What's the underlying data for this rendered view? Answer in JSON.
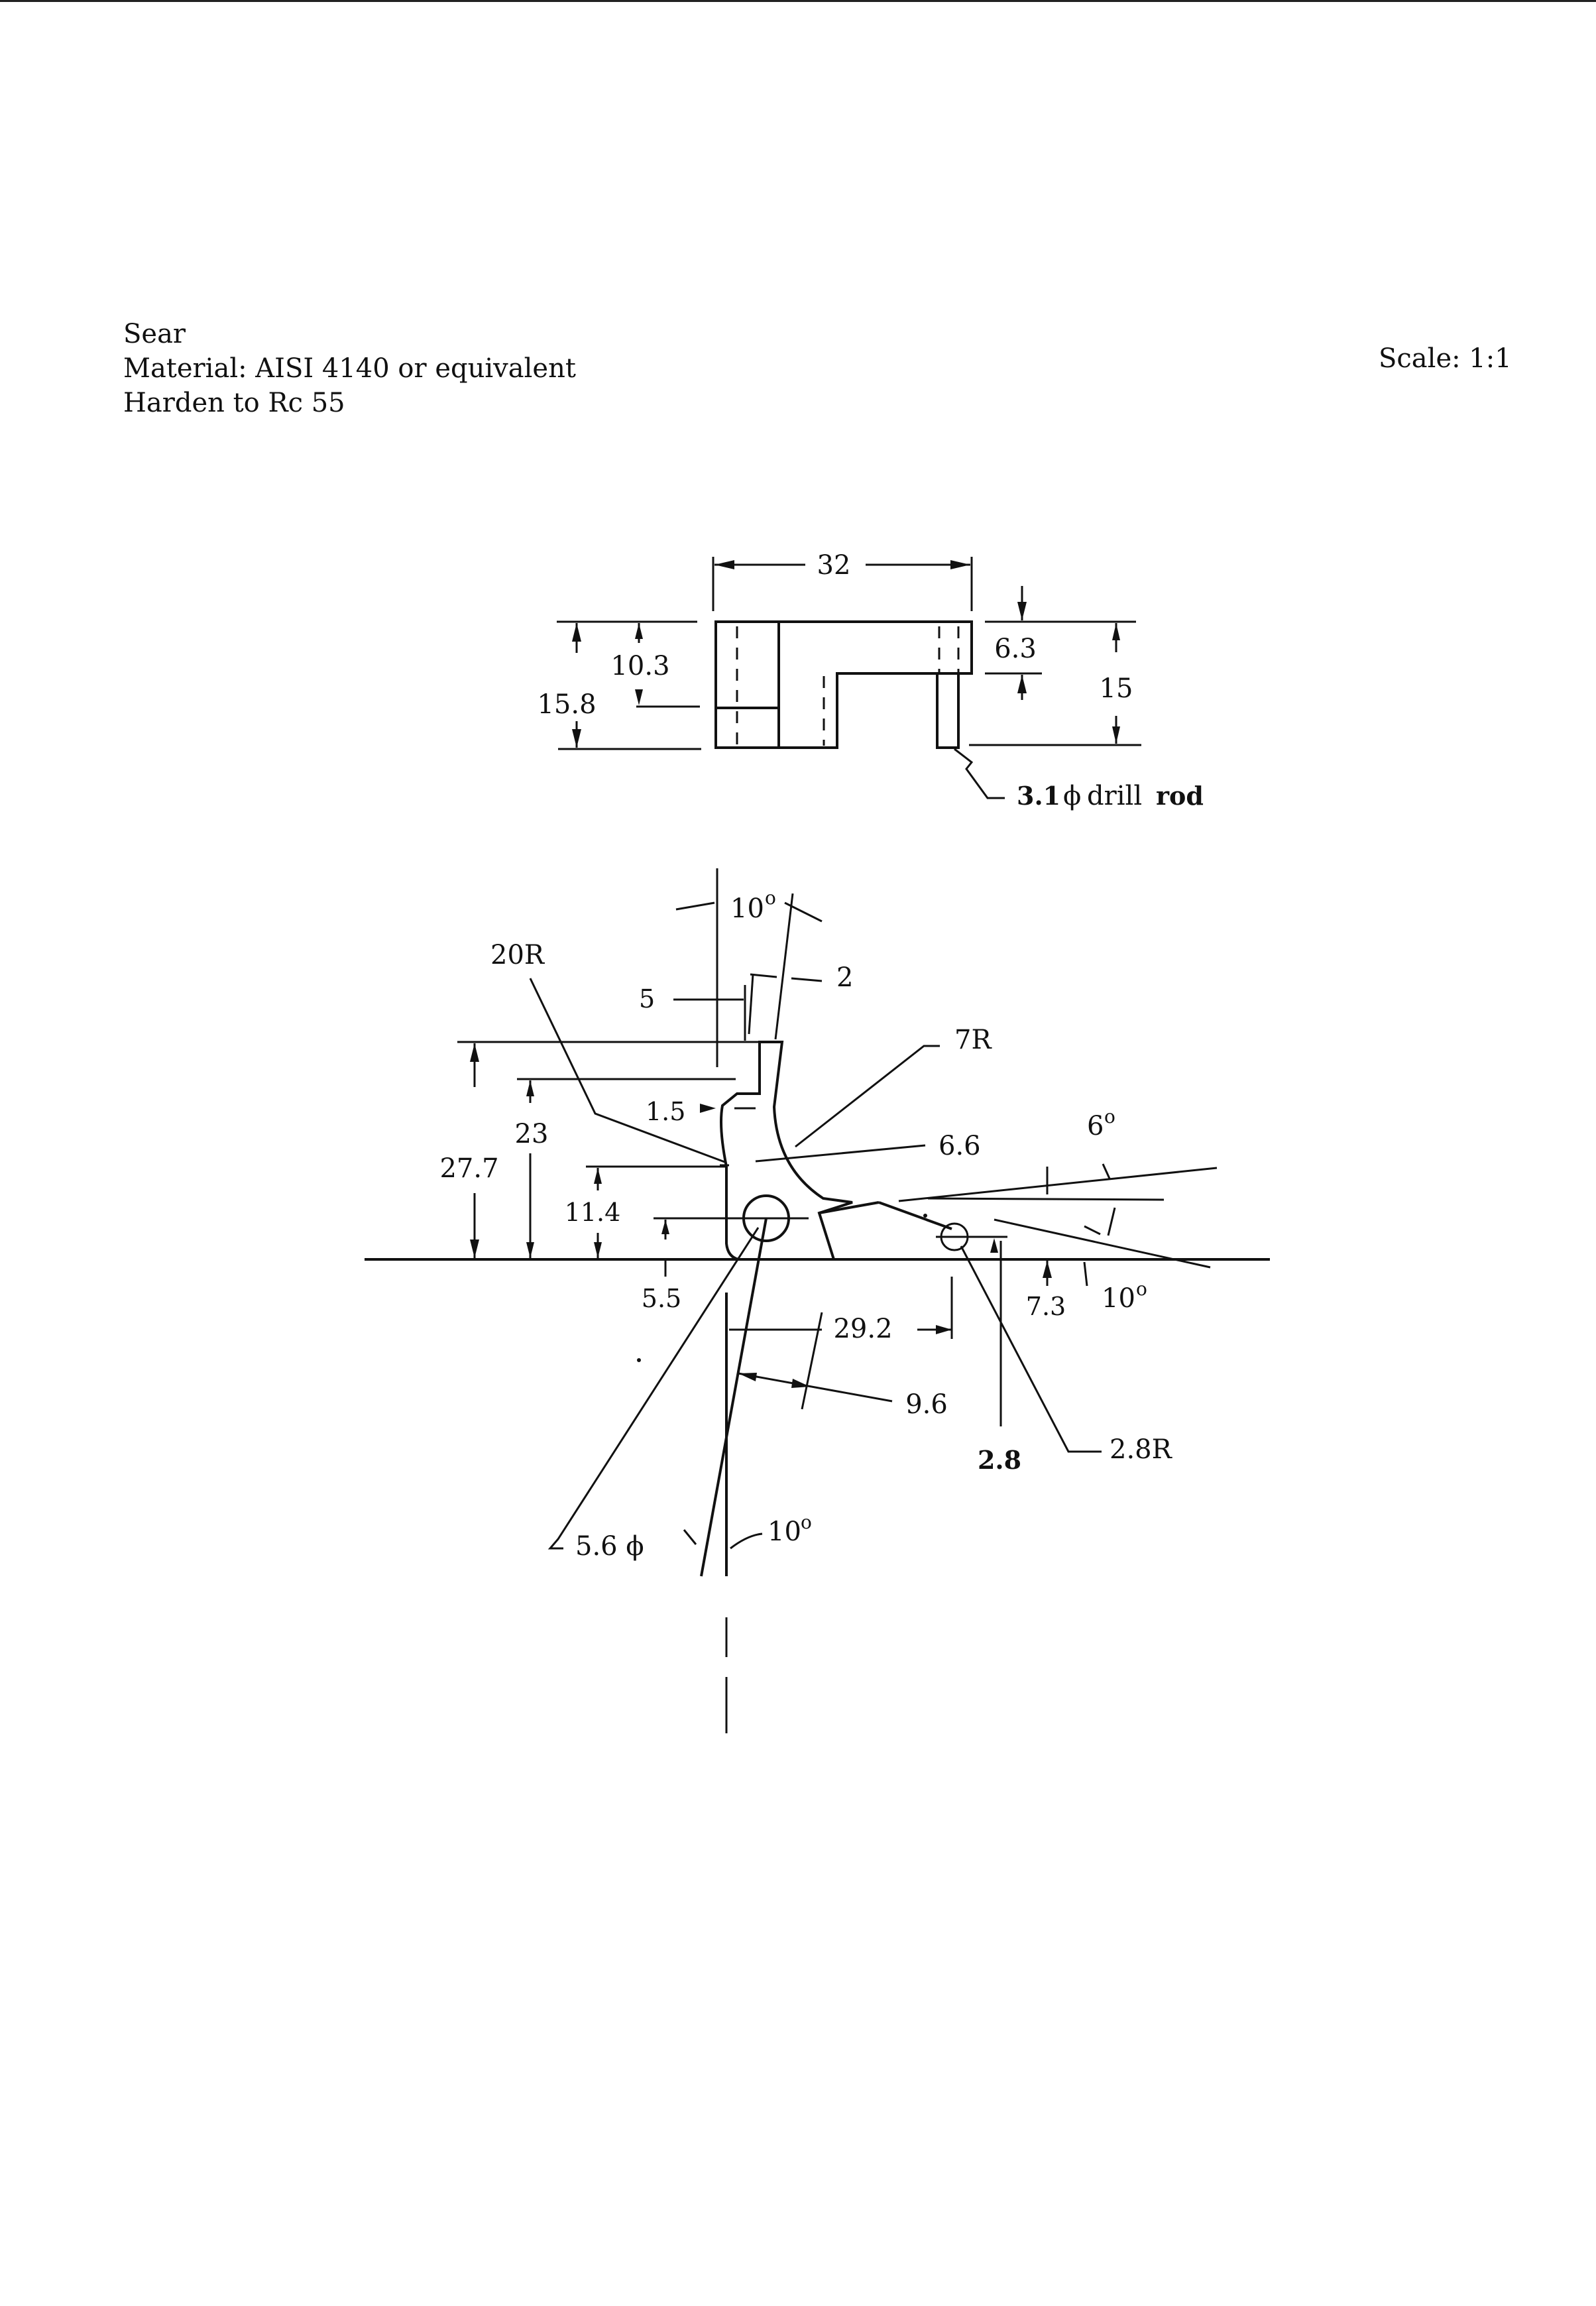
{
  "title": {
    "part_name": "Sear",
    "material": "Material: AISI 4140 or equivalent",
    "treatment": "Harden to Rc 55"
  },
  "scale": "Scale: 1:1",
  "top_view": {
    "dim_width": "32",
    "dim_left_inner": "10.3",
    "dim_left_outer": "15.8",
    "dim_right_step": "6.3",
    "dim_right_total": "15",
    "rod_note_size": "3.1",
    "rod_note_symbol": "ϕ",
    "rod_note_drill": "drill",
    "rod_note_rod": "rod"
  },
  "side_view": {
    "angle_top": "10",
    "radius_20": "20R",
    "dim_5": "5",
    "dim_2": "2",
    "radius_7": "7R",
    "dim_1_5": "1.5",
    "dim_6_6": "6.6",
    "angle_6": "6",
    "dim_27_7": "27.7",
    "dim_23": "23",
    "dim_11_4": "11.4",
    "dim_5_5": "5.5",
    "dim_29_2": "29.2",
    "dim_7_3": "7.3",
    "angle_10_right": "10",
    "dim_9_6": "9.6",
    "dim_2_8": "2.8",
    "radius_2_8": "2.8R",
    "hole_5_6": "5.6 ϕ",
    "angle_10_bottom": "10",
    "degree_symbol": "o"
  }
}
